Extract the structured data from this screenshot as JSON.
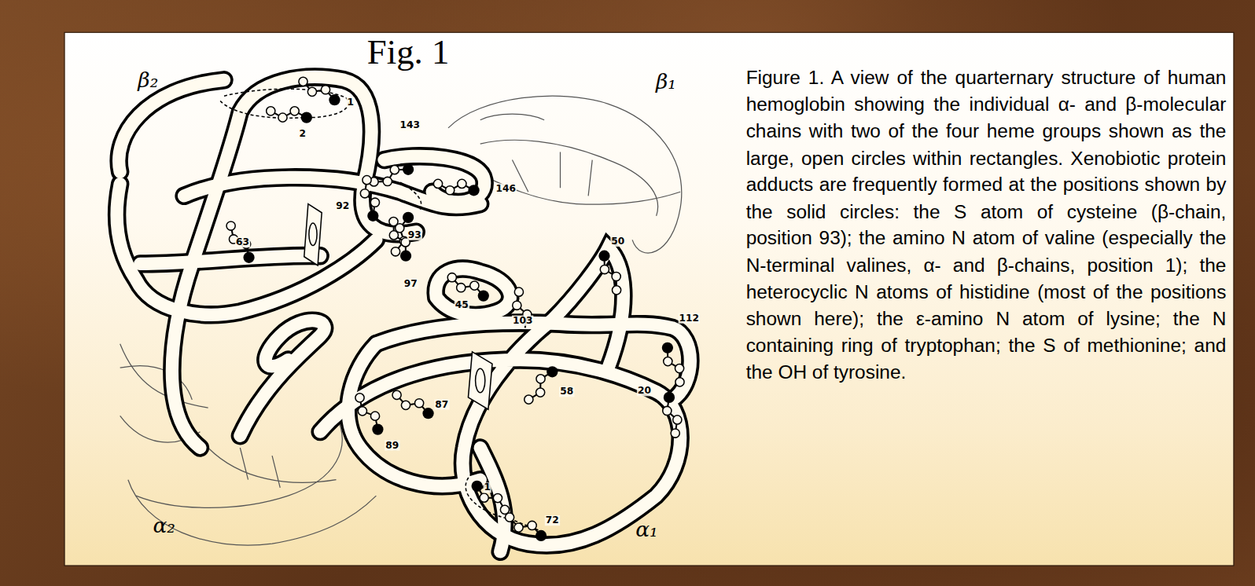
{
  "diagram": {
    "title": "Fig. 1",
    "caption": "Figure 1. A view of the quarternary structure of human hemoglobin showing the individual α- and β-molecular chains with two of the four heme groups shown as the large, open circles within rectangles. Xenobiotic protein adducts are frequently formed at the positions shown by the solid circles: the S atom of cysteine (β-chain, position 93); the amino N atom of valine (especially the N-terminal valines, α- and β-chains, position 1); the heterocyclic N atoms of histidine (most of the positions shown here); the ε-amino N atom of lysine; the N containing ring of tryptophan; the S of methionine; and the OH of tyrosine.",
    "labels": [
      "β₂",
      "β₁",
      "1",
      "2",
      "143",
      "146",
      "92",
      "63",
      "93",
      "97",
      "45",
      "50",
      "103",
      "112",
      "58",
      "20",
      "87",
      "89",
      "1",
      "72",
      "α₂",
      "α₁"
    ]
  }
}
